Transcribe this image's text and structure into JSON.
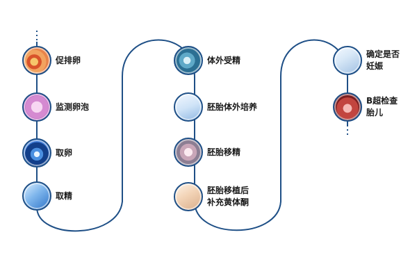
{
  "colors": {
    "path": "#1e4f86",
    "text": "#1a1a1a"
  },
  "steps": [
    {
      "id": "ovulation",
      "icon": "ovary-icon",
      "lines": [
        "促排卵"
      ]
    },
    {
      "id": "monitor",
      "icon": "follicle-icon",
      "lines": [
        "监测卵泡"
      ]
    },
    {
      "id": "retrieve",
      "icon": "egg-cell-icon",
      "lines": [
        "取卵"
      ]
    },
    {
      "id": "sperm",
      "icon": "sperm-icon",
      "lines": [
        "取精"
      ]
    },
    {
      "id": "fertilize",
      "icon": "fertilization-icon",
      "lines": [
        "体外受精"
      ]
    },
    {
      "id": "culture",
      "icon": "culture-dish-icon",
      "lines": [
        "胚胎体外培养"
      ]
    },
    {
      "id": "transfer",
      "icon": "embryo-icon",
      "lines": [
        "胚胎移精"
      ]
    },
    {
      "id": "support",
      "icon": "abdomen-icon",
      "lines": [
        "胚胎移植后",
        "补充黄体酮"
      ]
    },
    {
      "id": "confirm",
      "icon": "doctor-patient-icon",
      "lines": [
        "确定是否",
        "妊娠"
      ]
    },
    {
      "id": "ultrasound",
      "icon": "fetus-icon",
      "lines": [
        "B超检查",
        "胎儿"
      ]
    }
  ]
}
